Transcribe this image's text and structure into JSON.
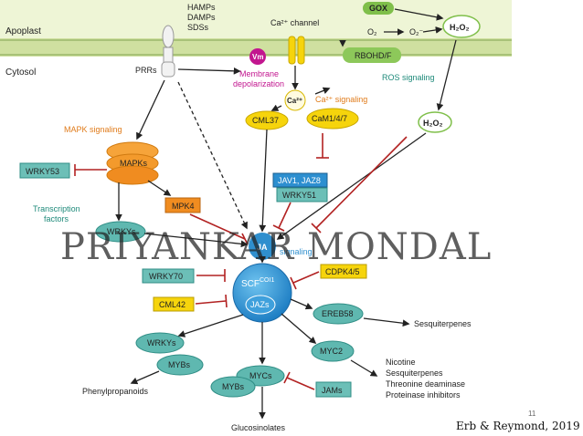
{
  "compartments": {
    "apoplast": "Apoplast",
    "cytosol": "Cytosol"
  },
  "elicitors": [
    "HAMPs",
    "DAMPs",
    "SDSs"
  ],
  "receptors": "PRRs",
  "ca_channel": "Ca²⁺ channel",
  "vm": "Vm",
  "membrane_depolarization": [
    "Membrane",
    "depolarization"
  ],
  "gox": "GOX",
  "o2": "O₂",
  "o2_minus": "O₂⁻",
  "h2o2": "H₂O₂",
  "rbohd": "RBOHD/F",
  "ros_signaling": "ROS signaling",
  "ca2_label": "Ca²⁺",
  "ca2_signaling": "Ca²⁺ signaling",
  "cml37": "CML37",
  "cam": "CaM1/4/7",
  "mapk_signaling": "MAPK signaling",
  "mapks": "MAPKs",
  "wrky53": "WRKY53",
  "mpk4": "MPK4",
  "transcription_factors": [
    "Transcription",
    "factors"
  ],
  "wrkys": "WRKYs",
  "jav1": "JAV1, JAZ8",
  "wrky51": "WRKY51",
  "ja_signaling": [
    "JA",
    "signaling"
  ],
  "cdpk": "CDPK4/5",
  "wrky70": "WRKY70",
  "cml42": "CML42",
  "scf": "SCF",
  "coi1": "COI1",
  "jazs": "JAZs",
  "ereb58": "EREB58",
  "sesquiterpenes": "Sesquiterpenes",
  "myc2": "MYC2",
  "myc2_products": [
    "Nicotine",
    "Sesquiterpenes",
    "Threonine deaminase",
    "Proteinase inhibitors"
  ],
  "mybs": "MYBs",
  "mycs": "MYCs",
  "jams": "JAMs",
  "phenylpropanoids": "Phenylpropanoids",
  "glucosinolates": "Glucosinolates",
  "watermark": "PRIYANKAR MONDAL",
  "slide_number": "11",
  "citation": "Erb & Reymond, 2019",
  "colors": {
    "membrane": "#d8e6a8",
    "apoplast": "#e9f2c9",
    "teal": "#5fb8b0",
    "orange": "#f28c20",
    "yellow": "#f6d40c",
    "blue": "#2f8fce",
    "inhibit": "#b22222"
  }
}
